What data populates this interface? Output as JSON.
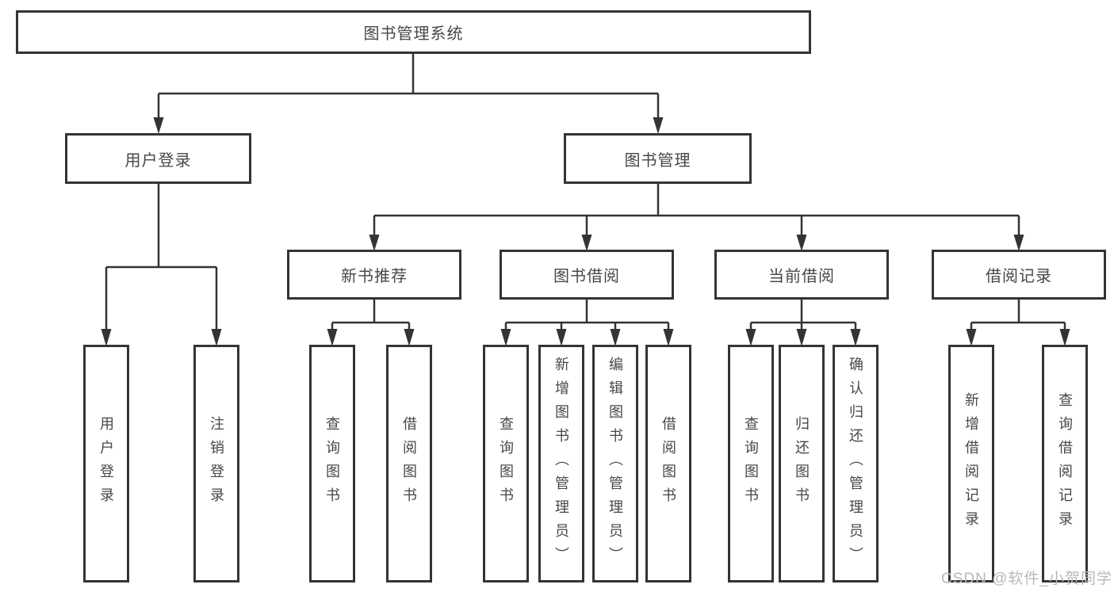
{
  "nodes": {
    "root": "图书管理系统",
    "level2": {
      "user_login": "用户登录",
      "book_mgmt": "图书管理"
    },
    "level3": {
      "new_books": "新书推荐",
      "book_borrow": "图书借阅",
      "current_borrow": "当前借阅",
      "borrow_records": "借阅记录"
    },
    "leaves": {
      "user_login": [
        "用户登录",
        "注销登录"
      ],
      "new_books": [
        "查询图书",
        "借阅图书"
      ],
      "book_borrow": [
        "查询图书",
        "新增图书（管理员）",
        "编辑图书（管理员）",
        "借阅图书"
      ],
      "current_borrow": [
        "查询图书",
        "归还图书",
        "确认归还（管理员）"
      ],
      "borrow_records": [
        "新增借阅记录",
        "查询借阅记录"
      ]
    }
  },
  "watermark": "CSDN @软件_小贺同学",
  "colors": {
    "line": "#343434",
    "text": "#474747",
    "watermark": "#b8b8b8",
    "background": "#ffffff"
  }
}
